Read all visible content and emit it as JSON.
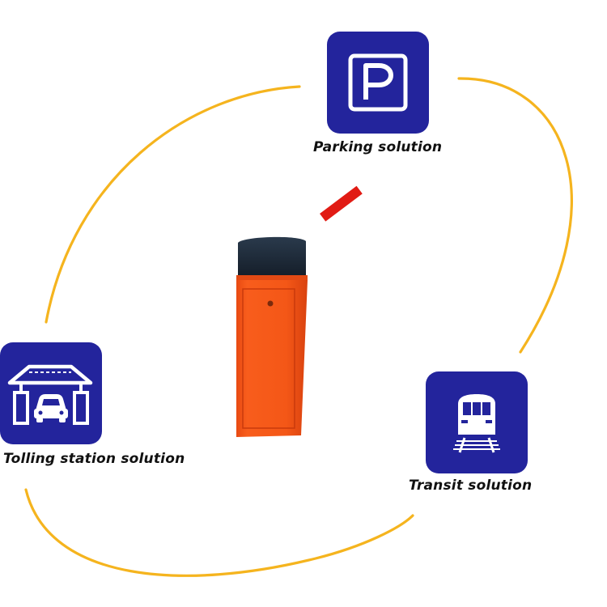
{
  "colors": {
    "tile_blue": "#23249c",
    "arc_yellow": "#f5b41e",
    "barrier_orange": "#f25516",
    "barrier_cap": "#1f2d3c",
    "arm_red": "#e11b14"
  },
  "solutions": {
    "parking": {
      "label": "Parking solution",
      "icon": "parking-sign-icon"
    },
    "tolling": {
      "label": "Tolling station solution",
      "icon": "toll-booth-icon"
    },
    "transit": {
      "label": "Transit solution",
      "icon": "train-icon"
    }
  },
  "center_image": "barrier-gate"
}
